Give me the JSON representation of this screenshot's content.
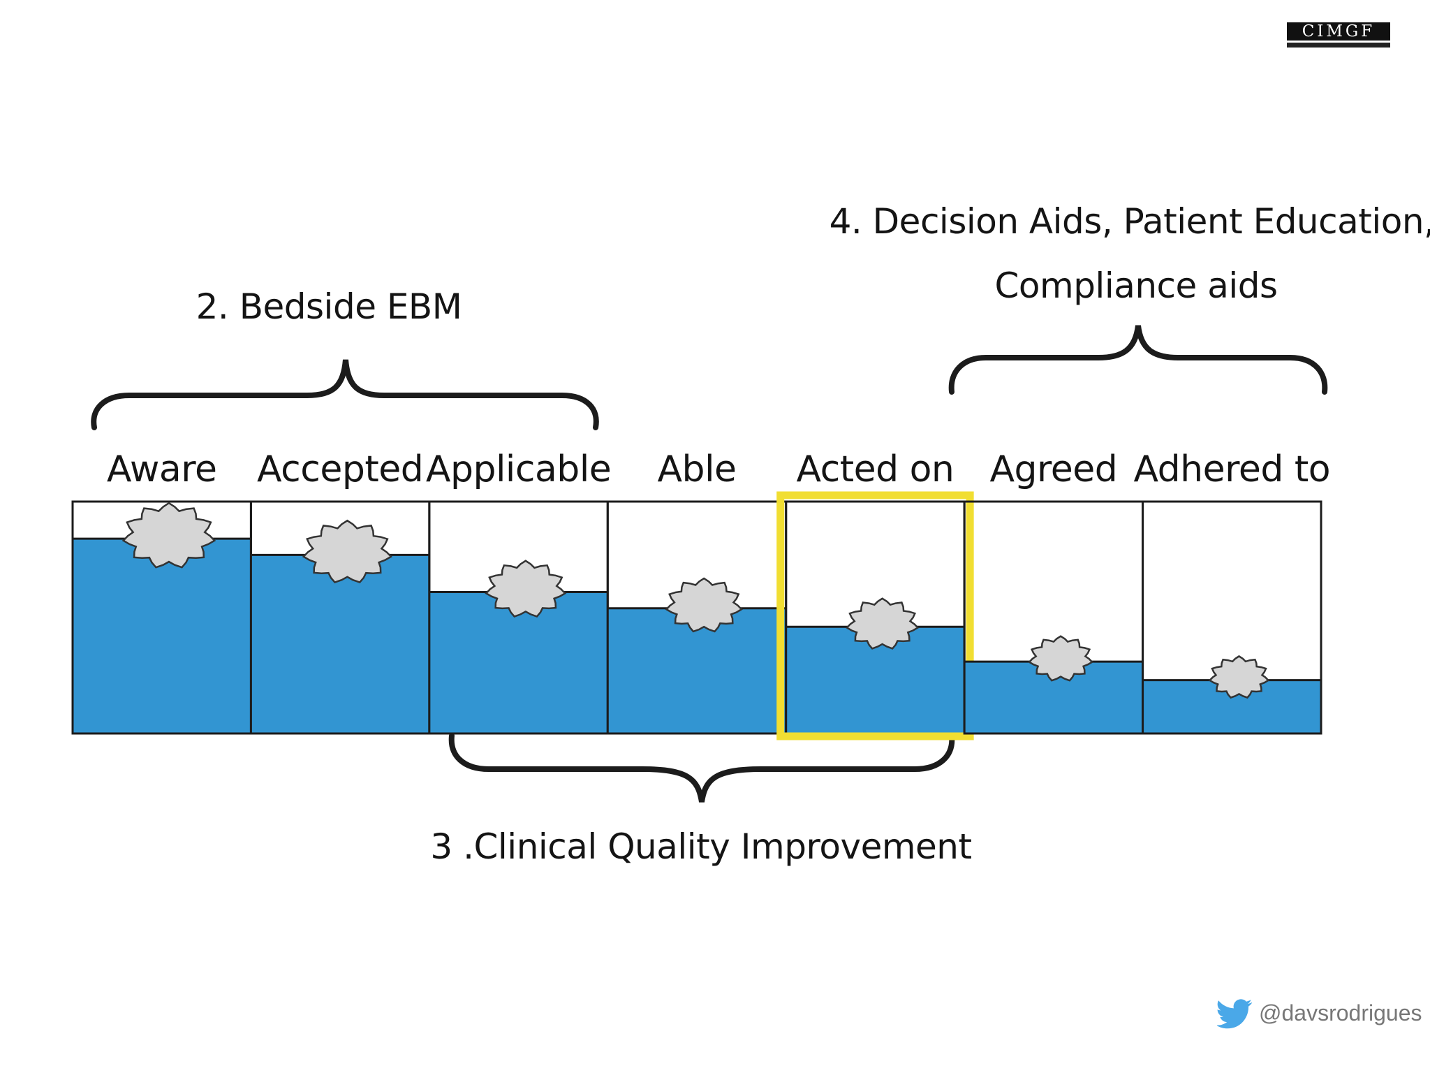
{
  "logo": {
    "text": "CIMGF"
  },
  "groups": {
    "bedside": "2. Bedside EBM",
    "decision_line1": "4. Decision Aids, Patient Education,",
    "decision_line2": "Compliance aids",
    "quality": "3 .Clinical Quality Improvement"
  },
  "stages": [
    {
      "label": "Aware",
      "level": 0.84
    },
    {
      "label": "Accepted",
      "level": 0.77
    },
    {
      "label": "Applicable",
      "level": 0.61
    },
    {
      "label": "Able",
      "level": 0.54
    },
    {
      "label": "Acted on",
      "level": 0.46,
      "highlighted": true
    },
    {
      "label": "Agreed",
      "level": 0.31
    },
    {
      "label": "Adhered to",
      "level": 0.23
    }
  ],
  "colors": {
    "water": "#3295d2",
    "highlight": "#f1de32",
    "outline": "#1c1c1c",
    "cloud_fill": "#d6d6d6",
    "twitter": "#4aa8e8"
  },
  "footer": {
    "handle": "@davsrodrigues",
    "icon": "twitter-bird-icon"
  }
}
